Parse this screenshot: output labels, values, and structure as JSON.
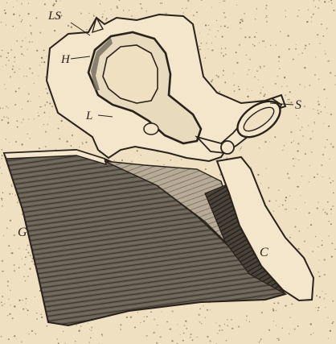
{
  "figure": {
    "labels": {
      "ls": "LS",
      "h": "H",
      "l": "L",
      "s": "S",
      "g": "G",
      "c": "C"
    },
    "colors": {
      "paper": "#efe0c2",
      "ink": "#2a221a",
      "stipple": "#6a5d4b",
      "bone_fill": "#f3e6cb"
    }
  }
}
